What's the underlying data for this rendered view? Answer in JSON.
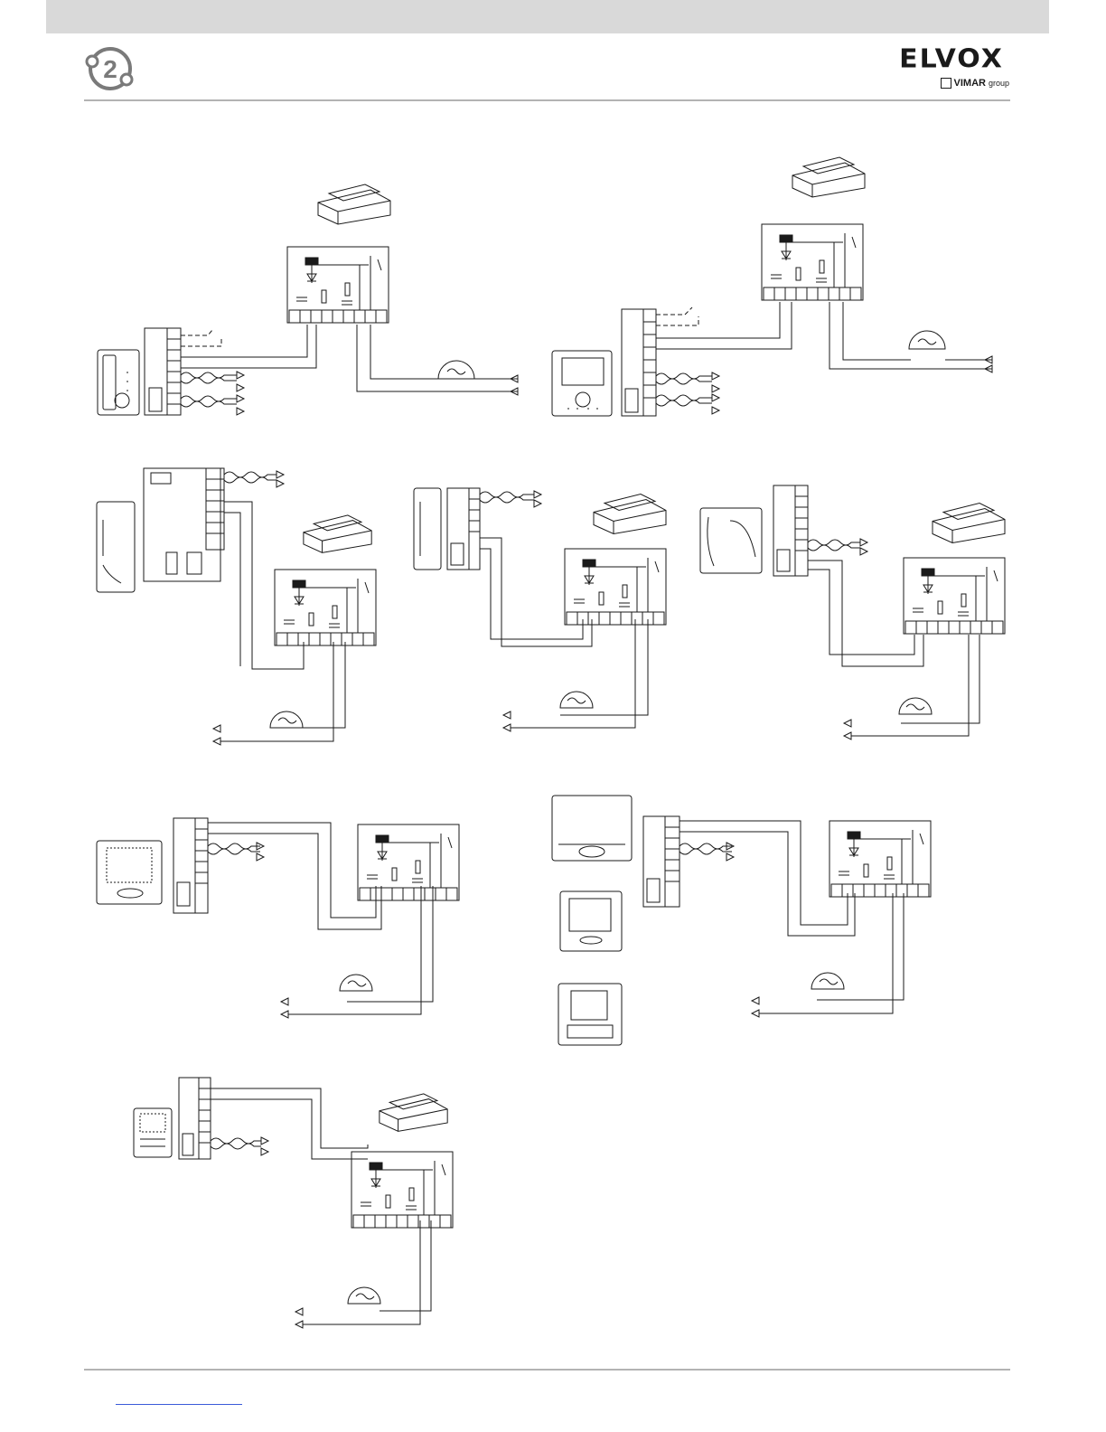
{
  "brand": {
    "name": "ELVOX",
    "sub_name": "VIMAR",
    "sub_suffix": "group"
  },
  "logo": {
    "numeral": "2"
  },
  "diagrams": [
    {
      "id": "d1",
      "device": "handset"
    },
    {
      "id": "d2",
      "device": "video-handsfree"
    },
    {
      "id": "d3",
      "device": "handset-with-module"
    },
    {
      "id": "d4",
      "device": "slim-handset"
    },
    {
      "id": "d5",
      "device": "classic-handset"
    },
    {
      "id": "d6",
      "device": "handsfree-speaker"
    },
    {
      "id": "d7",
      "device": "video-monitors"
    },
    {
      "id": "d8",
      "device": "compact-handsfree"
    }
  ],
  "colors": {
    "line": "#1a1a1a",
    "rule": "#b3b3b3",
    "topbar": "#d9d9d9"
  }
}
